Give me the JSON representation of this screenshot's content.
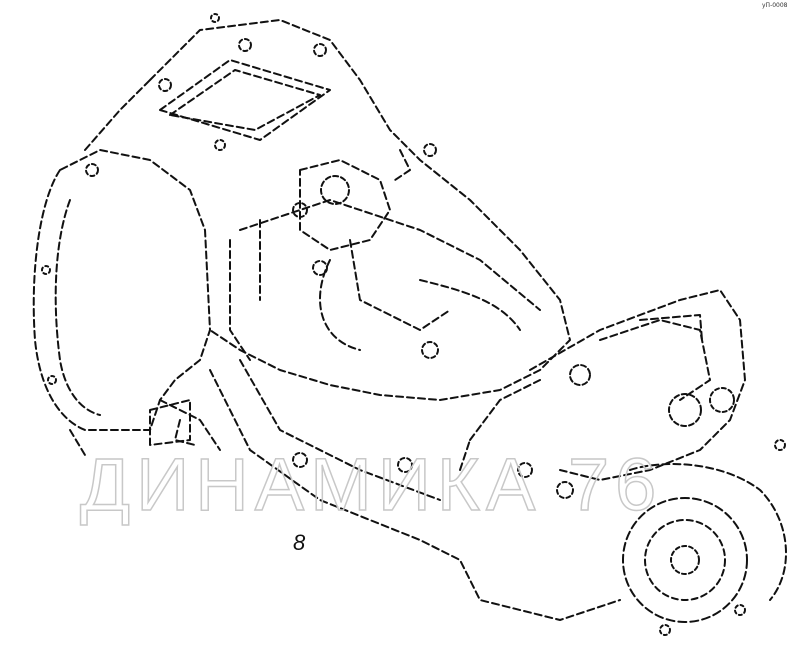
{
  "figure": {
    "label": "8",
    "corner_mark": "уП-0008"
  },
  "watermark": {
    "text": "ДИНАМИКА 76",
    "color": "#c8c8c8"
  },
  "drawing": {
    "line_color": "#111111",
    "subject": "transmission-assembly-line-drawing"
  }
}
